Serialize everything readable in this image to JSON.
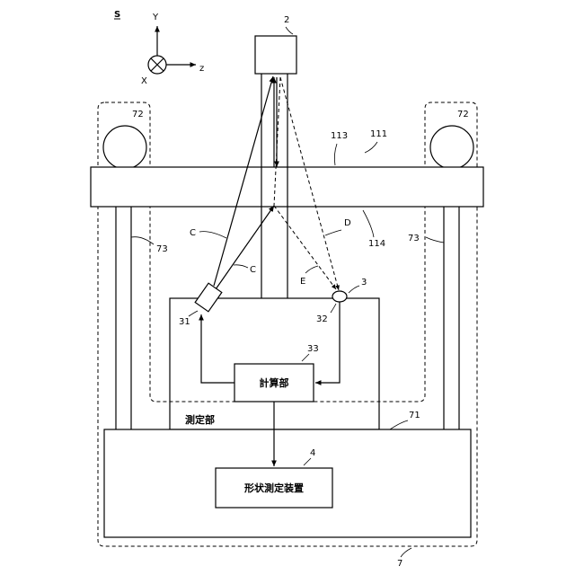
{
  "figure_label": "S",
  "axes": {
    "y": "Y",
    "x": "X",
    "z": "z"
  },
  "blocks": {
    "sensor_2": "2",
    "calc_unit": "計算部",
    "measure_unit": "測定部",
    "shape_device": "形状測定装置"
  },
  "ref_numbers": {
    "n111": "111",
    "n113": "113",
    "n114": "114",
    "n72_left": "72",
    "n72_right": "72",
    "n73_left": "73",
    "n73_right": "73",
    "n3": "3",
    "n31": "31",
    "n32": "32",
    "n33": "33",
    "n4": "4",
    "n71": "71",
    "n7": "7"
  },
  "beam_labels": {
    "c_upper": "C",
    "c_lower": "C",
    "d": "D",
    "e": "E"
  }
}
